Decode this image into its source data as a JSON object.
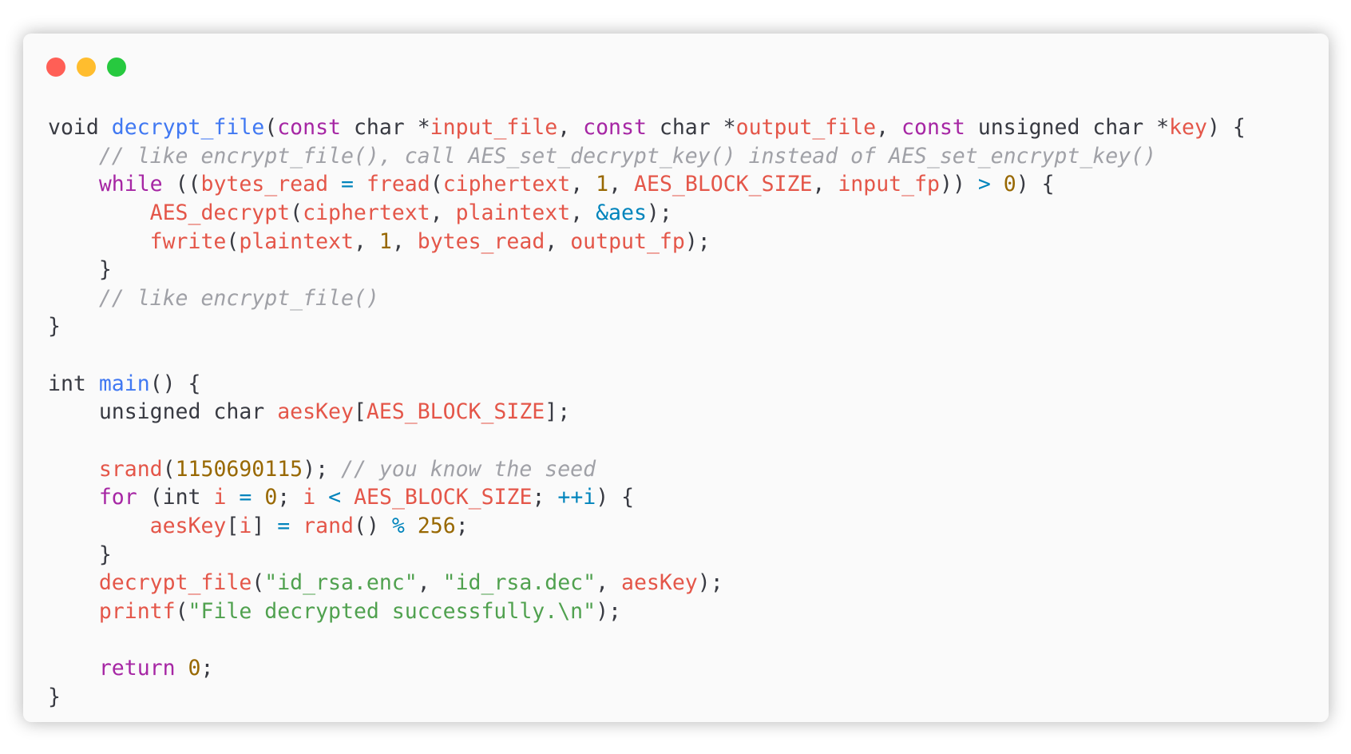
{
  "window": {
    "controls": {
      "close_color": "#ff5f56",
      "minimize_color": "#ffbd2e",
      "zoom_color": "#27c93f"
    }
  },
  "code": {
    "language": "c",
    "lines": [
      [
        {
          "t": "void ",
          "c": "plain"
        },
        {
          "t": "decrypt_file",
          "c": "fn"
        },
        {
          "t": "(",
          "c": "plain"
        },
        {
          "t": "const",
          "c": "kw"
        },
        {
          "t": " char *",
          "c": "plain"
        },
        {
          "t": "input_file",
          "c": "var"
        },
        {
          "t": ", ",
          "c": "plain"
        },
        {
          "t": "const",
          "c": "kw"
        },
        {
          "t": " char *",
          "c": "plain"
        },
        {
          "t": "output_file",
          "c": "var"
        },
        {
          "t": ", ",
          "c": "plain"
        },
        {
          "t": "const",
          "c": "kw"
        },
        {
          "t": " unsigned char *",
          "c": "plain"
        },
        {
          "t": "key",
          "c": "var"
        },
        {
          "t": ") {",
          "c": "plain"
        }
      ],
      [
        {
          "t": "    ",
          "c": "plain"
        },
        {
          "t": "// like encrypt_file(), call AES_set_decrypt_key() instead of AES_set_encrypt_key()",
          "c": "cm"
        }
      ],
      [
        {
          "t": "    ",
          "c": "plain"
        },
        {
          "t": "while",
          "c": "kw"
        },
        {
          "t": " ((",
          "c": "plain"
        },
        {
          "t": "bytes_read",
          "c": "var"
        },
        {
          "t": " ",
          "c": "plain"
        },
        {
          "t": "=",
          "c": "op"
        },
        {
          "t": " ",
          "c": "plain"
        },
        {
          "t": "fread",
          "c": "var"
        },
        {
          "t": "(",
          "c": "plain"
        },
        {
          "t": "ciphertext",
          "c": "var"
        },
        {
          "t": ", ",
          "c": "plain"
        },
        {
          "t": "1",
          "c": "num"
        },
        {
          "t": ", ",
          "c": "plain"
        },
        {
          "t": "AES_BLOCK_SIZE",
          "c": "var"
        },
        {
          "t": ", ",
          "c": "plain"
        },
        {
          "t": "input_fp",
          "c": "var"
        },
        {
          "t": ")) ",
          "c": "plain"
        },
        {
          "t": ">",
          "c": "op"
        },
        {
          "t": " ",
          "c": "plain"
        },
        {
          "t": "0",
          "c": "num"
        },
        {
          "t": ") {",
          "c": "plain"
        }
      ],
      [
        {
          "t": "        ",
          "c": "plain"
        },
        {
          "t": "AES_decrypt",
          "c": "var"
        },
        {
          "t": "(",
          "c": "plain"
        },
        {
          "t": "ciphertext",
          "c": "var"
        },
        {
          "t": ", ",
          "c": "plain"
        },
        {
          "t": "plaintext",
          "c": "var"
        },
        {
          "t": ", ",
          "c": "plain"
        },
        {
          "t": "&aes",
          "c": "op"
        },
        {
          "t": ");",
          "c": "plain"
        }
      ],
      [
        {
          "t": "        ",
          "c": "plain"
        },
        {
          "t": "fwrite",
          "c": "var"
        },
        {
          "t": "(",
          "c": "plain"
        },
        {
          "t": "plaintext",
          "c": "var"
        },
        {
          "t": ", ",
          "c": "plain"
        },
        {
          "t": "1",
          "c": "num"
        },
        {
          "t": ", ",
          "c": "plain"
        },
        {
          "t": "bytes_read",
          "c": "var"
        },
        {
          "t": ", ",
          "c": "plain"
        },
        {
          "t": "output_fp",
          "c": "var"
        },
        {
          "t": ");",
          "c": "plain"
        }
      ],
      [
        {
          "t": "    }",
          "c": "plain"
        }
      ],
      [
        {
          "t": "    ",
          "c": "plain"
        },
        {
          "t": "// like encrypt_file()",
          "c": "cm"
        }
      ],
      [
        {
          "t": "}",
          "c": "plain"
        }
      ],
      [
        {
          "t": "",
          "c": "plain"
        }
      ],
      [
        {
          "t": "int ",
          "c": "plain"
        },
        {
          "t": "main",
          "c": "fn"
        },
        {
          "t": "() {",
          "c": "plain"
        }
      ],
      [
        {
          "t": "    unsigned char ",
          "c": "plain"
        },
        {
          "t": "aesKey",
          "c": "var"
        },
        {
          "t": "[",
          "c": "plain"
        },
        {
          "t": "AES_BLOCK_SIZE",
          "c": "var"
        },
        {
          "t": "];",
          "c": "plain"
        }
      ],
      [
        {
          "t": "",
          "c": "plain"
        }
      ],
      [
        {
          "t": "    ",
          "c": "plain"
        },
        {
          "t": "srand",
          "c": "var"
        },
        {
          "t": "(",
          "c": "plain"
        },
        {
          "t": "1150690115",
          "c": "num"
        },
        {
          "t": "); ",
          "c": "plain"
        },
        {
          "t": "// you know the seed",
          "c": "cm"
        }
      ],
      [
        {
          "t": "    ",
          "c": "plain"
        },
        {
          "t": "for",
          "c": "kw"
        },
        {
          "t": " (int ",
          "c": "plain"
        },
        {
          "t": "i",
          "c": "var"
        },
        {
          "t": " ",
          "c": "plain"
        },
        {
          "t": "=",
          "c": "op"
        },
        {
          "t": " ",
          "c": "plain"
        },
        {
          "t": "0",
          "c": "num"
        },
        {
          "t": "; ",
          "c": "plain"
        },
        {
          "t": "i",
          "c": "var"
        },
        {
          "t": " ",
          "c": "plain"
        },
        {
          "t": "<",
          "c": "op"
        },
        {
          "t": " ",
          "c": "plain"
        },
        {
          "t": "AES_BLOCK_SIZE",
          "c": "var"
        },
        {
          "t": "; ",
          "c": "plain"
        },
        {
          "t": "++i",
          "c": "op"
        },
        {
          "t": ") {",
          "c": "plain"
        }
      ],
      [
        {
          "t": "        ",
          "c": "plain"
        },
        {
          "t": "aesKey",
          "c": "var"
        },
        {
          "t": "[",
          "c": "plain"
        },
        {
          "t": "i",
          "c": "var"
        },
        {
          "t": "] ",
          "c": "plain"
        },
        {
          "t": "=",
          "c": "op"
        },
        {
          "t": " ",
          "c": "plain"
        },
        {
          "t": "rand",
          "c": "var"
        },
        {
          "t": "() ",
          "c": "plain"
        },
        {
          "t": "%",
          "c": "op"
        },
        {
          "t": " ",
          "c": "plain"
        },
        {
          "t": "256",
          "c": "num"
        },
        {
          "t": ";",
          "c": "plain"
        }
      ],
      [
        {
          "t": "    }",
          "c": "plain"
        }
      ],
      [
        {
          "t": "    ",
          "c": "plain"
        },
        {
          "t": "decrypt_file",
          "c": "var"
        },
        {
          "t": "(",
          "c": "plain"
        },
        {
          "t": "\"id_rsa.enc\"",
          "c": "str"
        },
        {
          "t": ", ",
          "c": "plain"
        },
        {
          "t": "\"id_rsa.dec\"",
          "c": "str"
        },
        {
          "t": ", ",
          "c": "plain"
        },
        {
          "t": "aesKey",
          "c": "var"
        },
        {
          "t": ");",
          "c": "plain"
        }
      ],
      [
        {
          "t": "    ",
          "c": "plain"
        },
        {
          "t": "printf",
          "c": "var"
        },
        {
          "t": "(",
          "c": "plain"
        },
        {
          "t": "\"File decrypted successfully.\\n\"",
          "c": "str"
        },
        {
          "t": ");",
          "c": "plain"
        }
      ],
      [
        {
          "t": "",
          "c": "plain"
        }
      ],
      [
        {
          "t": "    ",
          "c": "plain"
        },
        {
          "t": "return",
          "c": "kw"
        },
        {
          "t": " ",
          "c": "plain"
        },
        {
          "t": "0",
          "c": "num"
        },
        {
          "t": ";",
          "c": "plain"
        }
      ],
      [
        {
          "t": "}",
          "c": "plain"
        }
      ]
    ]
  }
}
